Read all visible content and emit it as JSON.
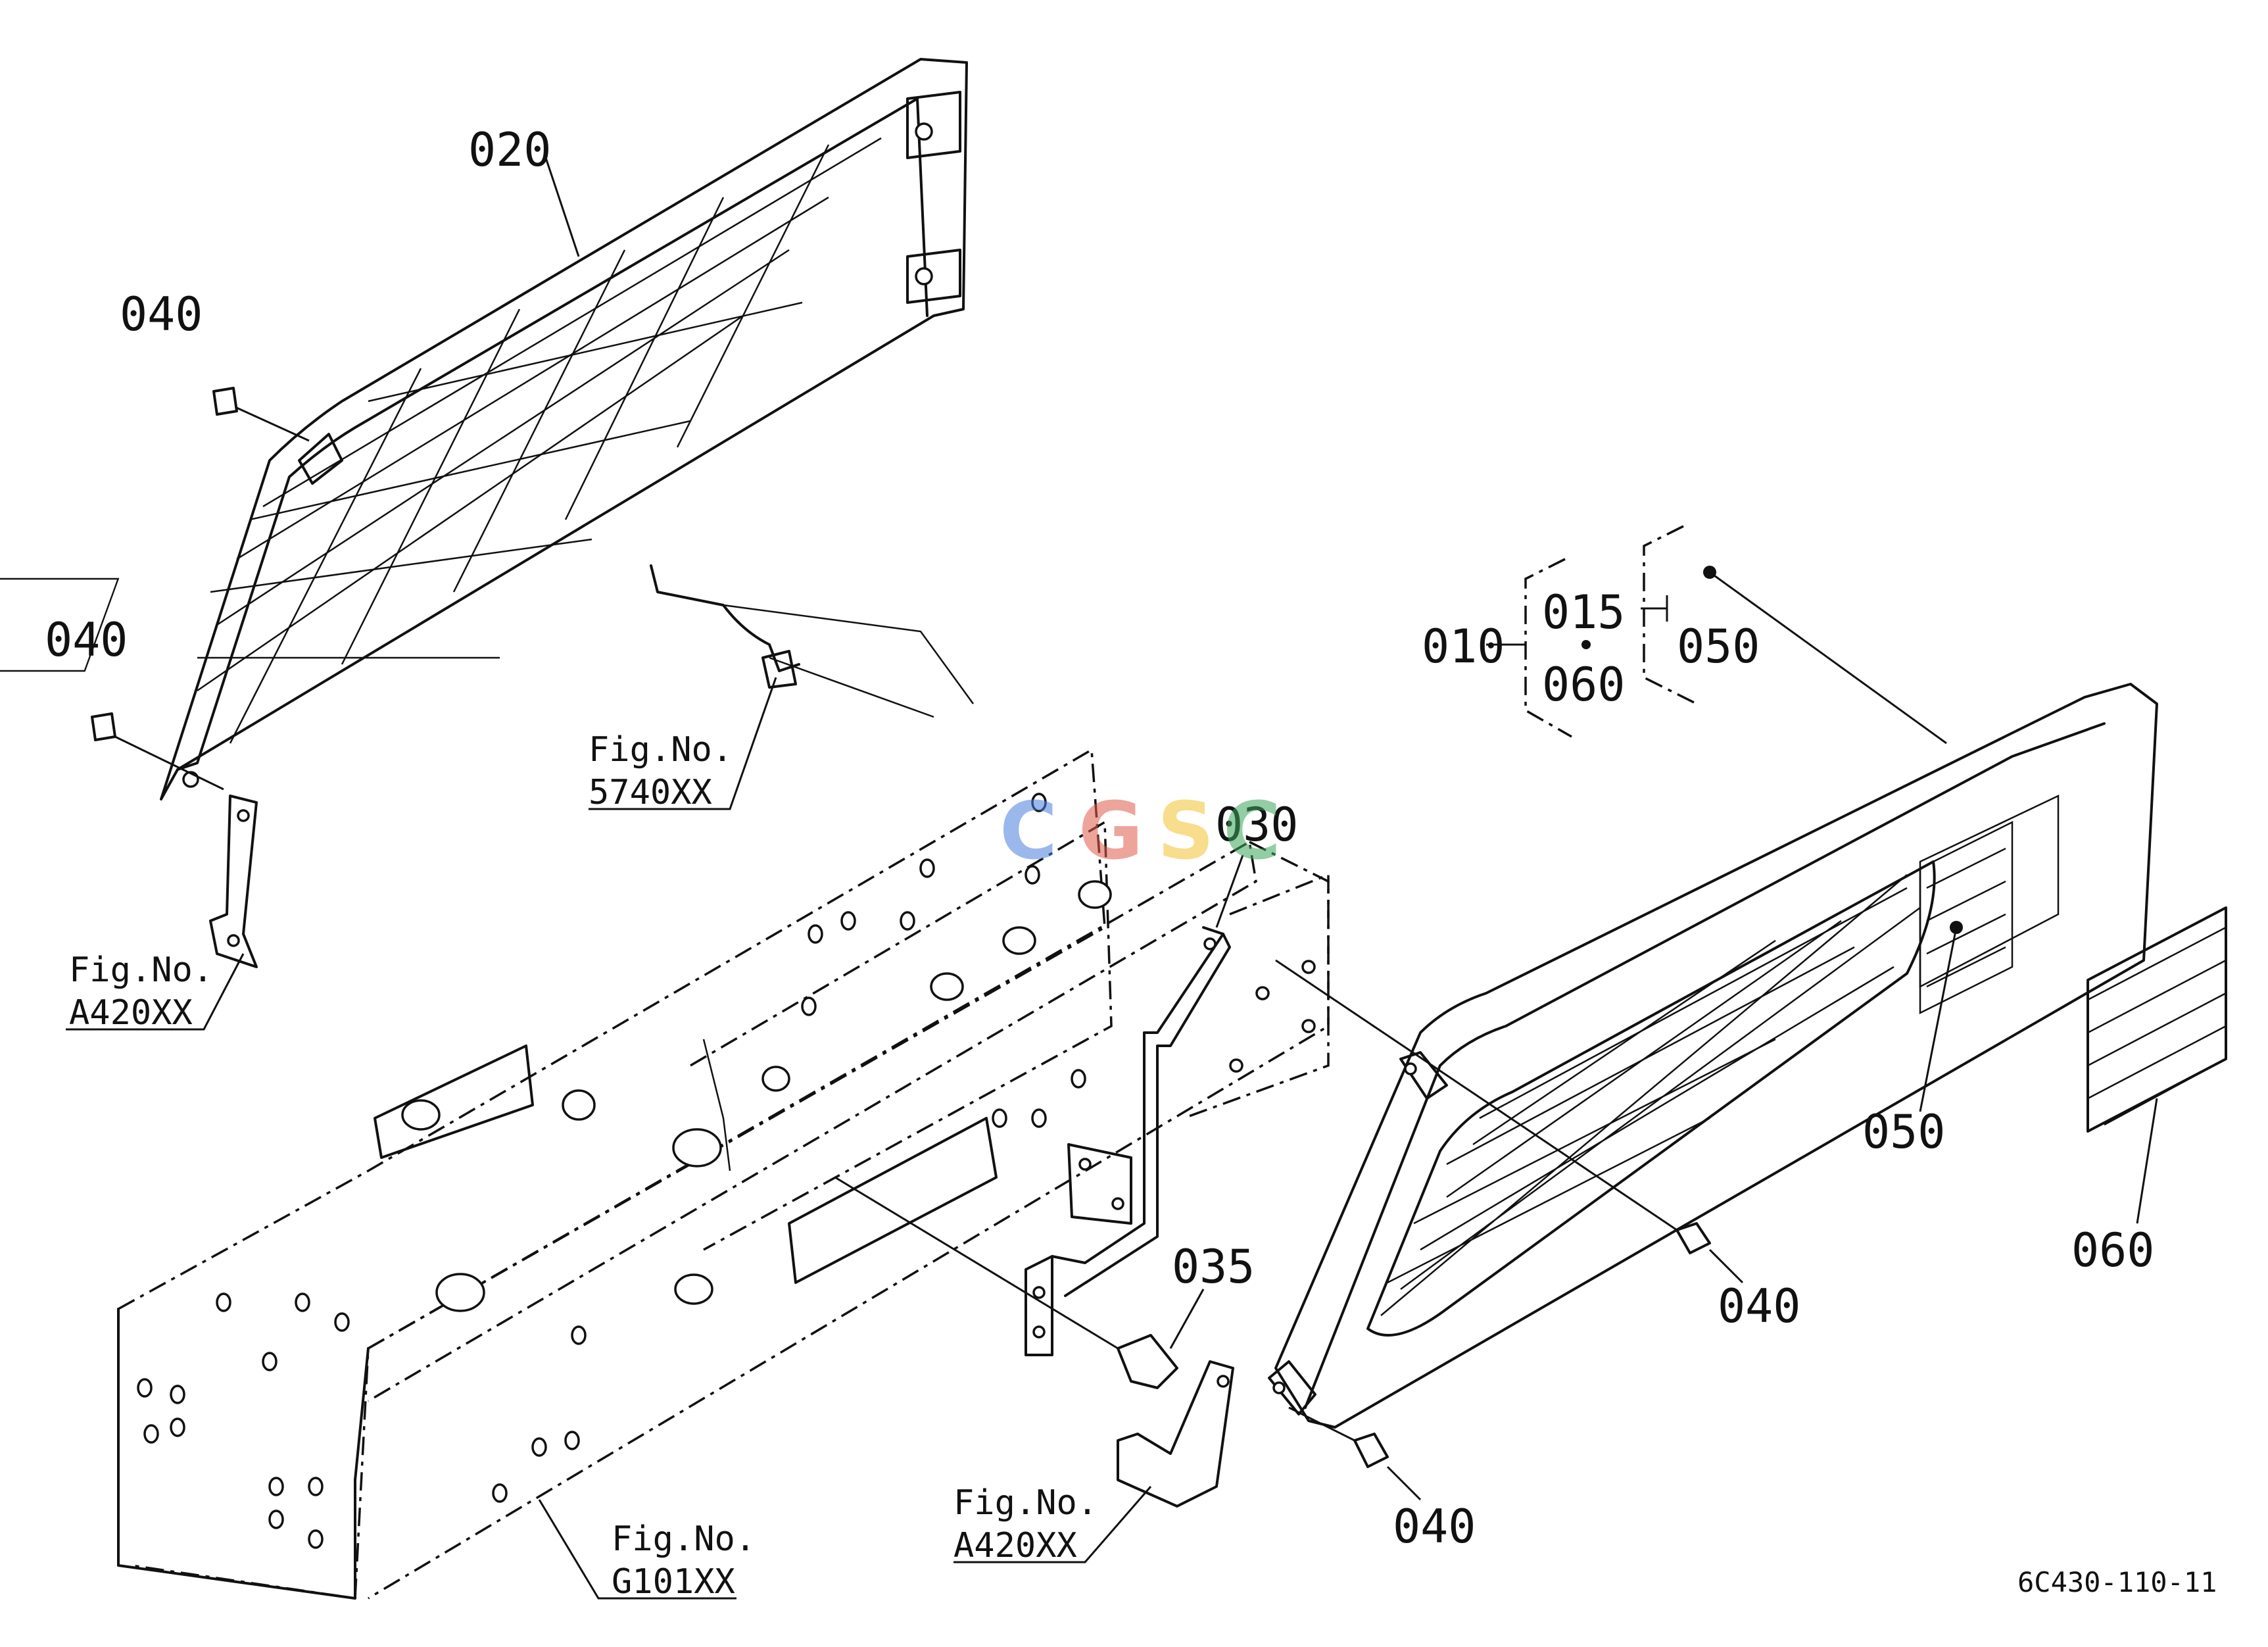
{
  "callouts": {
    "c020": "020",
    "c040_a": "040",
    "c040_b": "040",
    "c040_c": "040",
    "c040_d": "040",
    "c030": "030",
    "c035": "035",
    "c050_a": "050",
    "c050_b": "050",
    "c060": "060"
  },
  "assembly": {
    "parent": "010",
    "child_top": "015",
    "child_bottom": "060",
    "sub": "050"
  },
  "references": [
    {
      "prefix": "Fig.No.",
      "code": "5740XX"
    },
    {
      "prefix": "Fig.No.",
      "code": "A420XX"
    },
    {
      "prefix": "Fig.No.",
      "code": "G101XX"
    },
    {
      "prefix": "Fig.No.",
      "code": "A420XX"
    }
  ],
  "drawing_number": "6C430-110-11",
  "watermark": {
    "letters": [
      "C",
      "G",
      "S",
      "C"
    ],
    "colors": [
      "#4a7fe0",
      "#e05a4a",
      "#f2c230",
      "#3aa55a"
    ]
  }
}
